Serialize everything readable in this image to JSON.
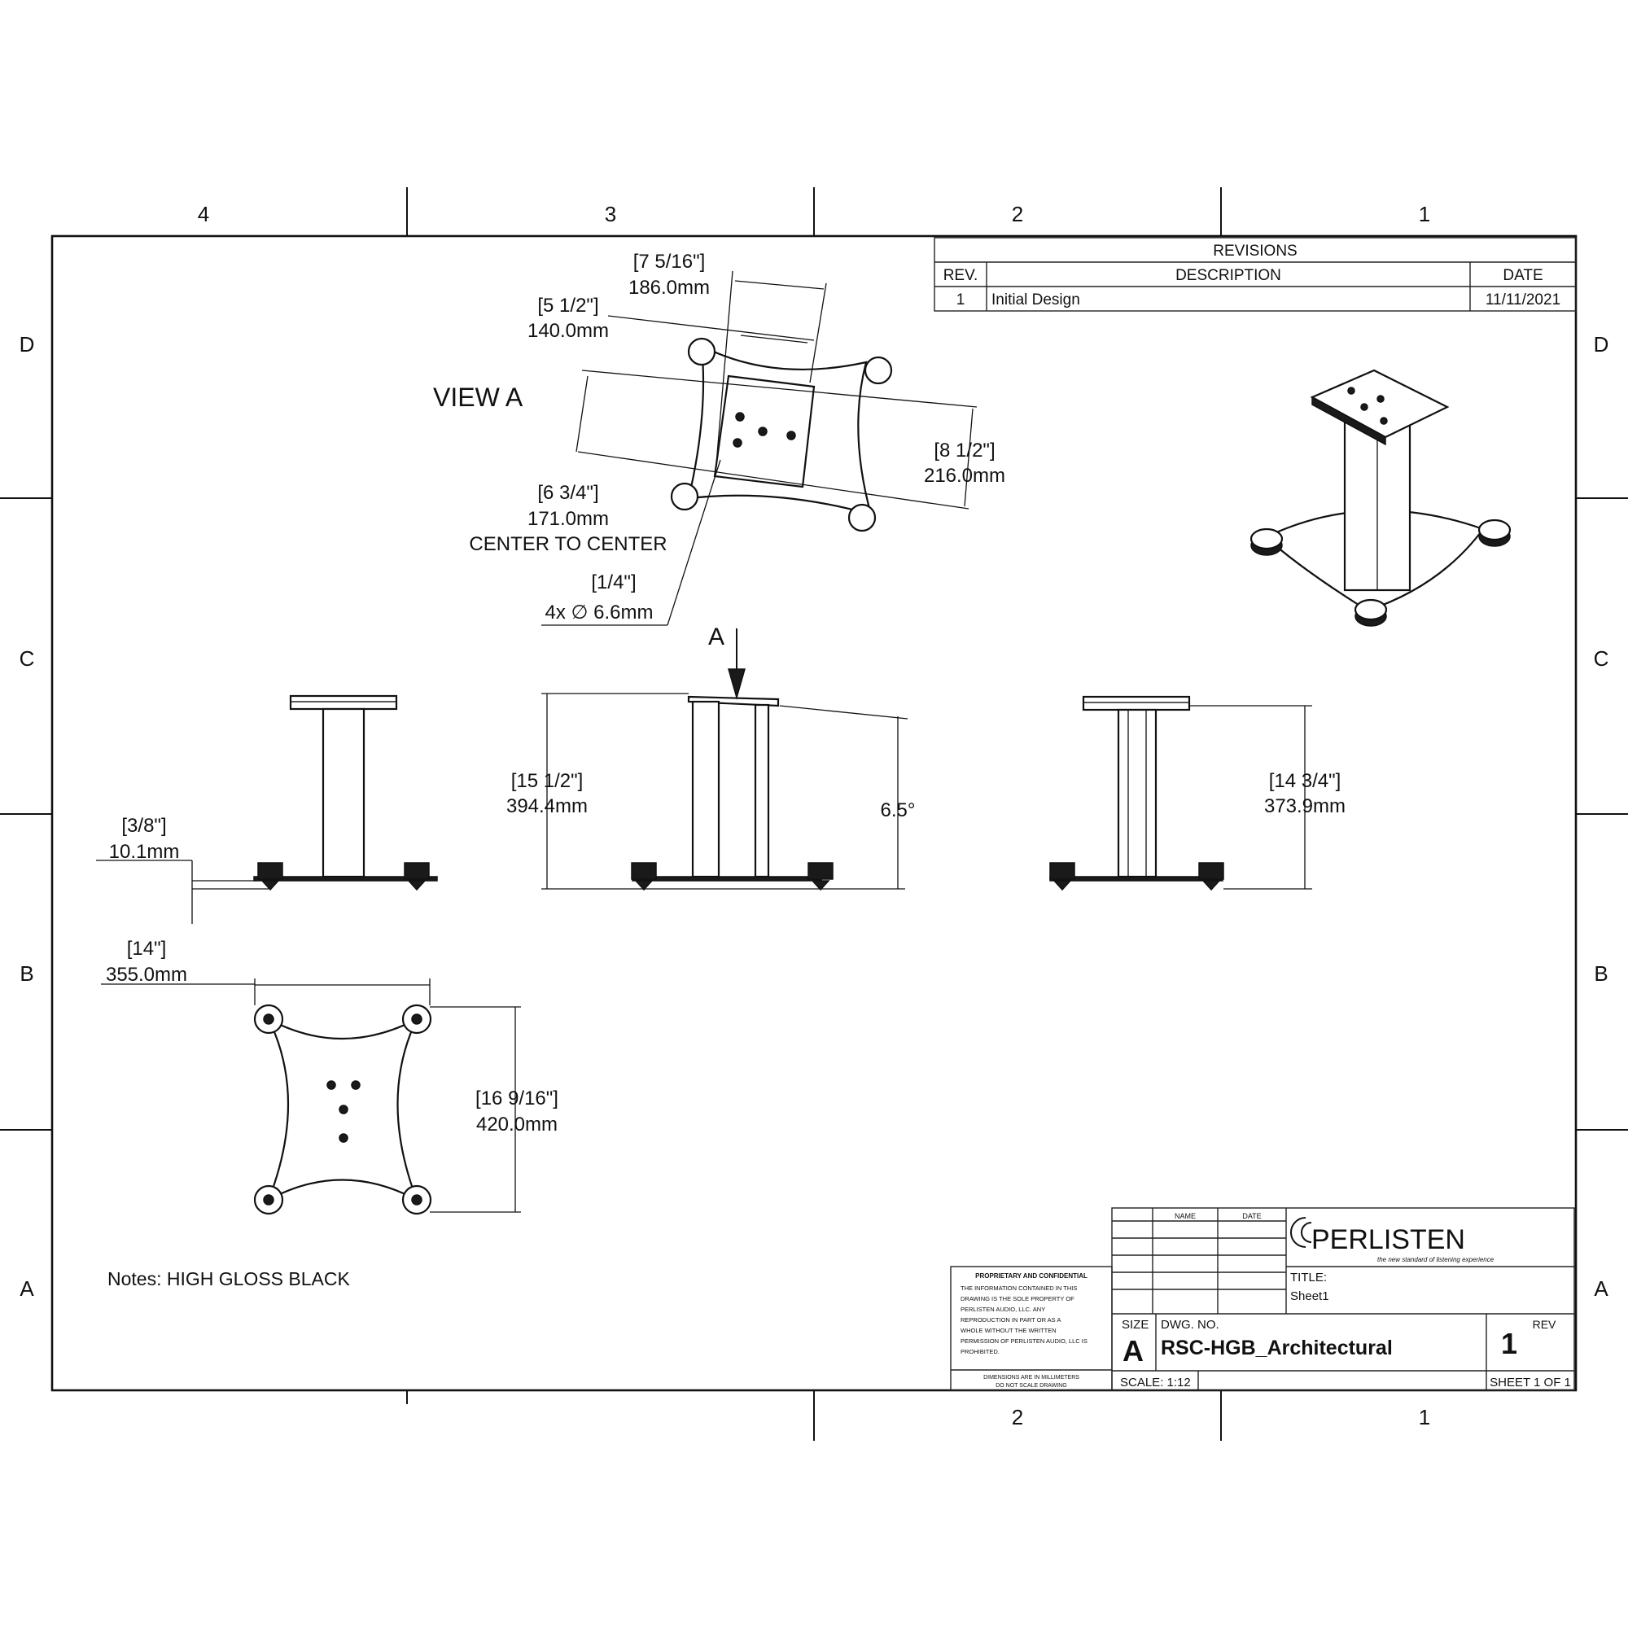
{
  "border": {
    "columns_top": [
      "4",
      "3",
      "2",
      "1"
    ],
    "columns_bottom": [
      "2",
      "1"
    ],
    "rows": [
      "D",
      "C",
      "B",
      "A"
    ]
  },
  "revisions": {
    "title": "REVISIONS",
    "headers": {
      "rev": "REV.",
      "description": "DESCRIPTION",
      "date": "DATE"
    },
    "rows": [
      {
        "rev": "1",
        "description": "Initial Design",
        "date": "11/11/2021"
      }
    ]
  },
  "view_a": {
    "label": "VIEW A",
    "dim_7_5_16_in": "[7 5/16\"]",
    "dim_7_5_16_mm": "186.0mm",
    "dim_5_1_2_in": "[5 1/2\"]",
    "dim_5_1_2_mm": "140.0mm",
    "dim_8_1_2_in": "[8 1/2\"]",
    "dim_8_1_2_mm": "216.0mm",
    "dim_6_3_4_in": "[6 3/4\"]",
    "dim_6_3_4_mm": "171.0mm",
    "center_to_center": "CENTER TO CENTER",
    "hole_in": "[1/4\"]",
    "hole_mm": "4x ∅ 6.6mm"
  },
  "front_view": {
    "spike_in": "[3/8\"]",
    "spike_mm": "10.1mm"
  },
  "side_view": {
    "arrow_label": "A",
    "height_in": "[15 1/2\"]",
    "height_mm": "394.4mm",
    "angle": "6.5°"
  },
  "right_view": {
    "height_in": "[14 3/4\"]",
    "height_mm": "373.9mm"
  },
  "bottom_view": {
    "width_in": "[14\"]",
    "width_mm": "355.0mm",
    "depth_in": "[16 9/16\"]",
    "depth_mm": "420.0mm"
  },
  "notes": "Notes: HIGH GLOSS BLACK",
  "title_block": {
    "name_header": "NAME",
    "date_header": "DATE",
    "logo_text": "PERLISTEN",
    "logo_tagline": "the new standard of listening experience",
    "proprietary_title": "PROPRIETARY AND CONFIDENTIAL",
    "proprietary_lines": [
      "THE INFORMATION CONTAINED IN THIS",
      "DRAWING IS THE SOLE PROPERTY OF",
      "PERLISTEN AUDIO, LLC. ANY",
      "REPRODUCTION IN PART OR AS A",
      "WHOLE WITHOUT THE WRITTEN",
      "PERMISSION OF PERLISTEN AUDIO, LLC IS",
      "PROHIBITED."
    ],
    "dimension_note_lines": [
      "DIMENSIONS ARE IN MILLIMETERS",
      "DO NOT SCALE DRAWING"
    ],
    "title_label": "TITLE:",
    "title_value": "Sheet1",
    "size_label": "SIZE",
    "size_value": "A",
    "dwg_label": "DWG.  NO.",
    "dwg_value": "RSC-HGB_Architectural",
    "rev_label": "REV",
    "rev_value": "1",
    "scale": "SCALE: 1:12",
    "sheet": "SHEET 1 OF 1"
  }
}
